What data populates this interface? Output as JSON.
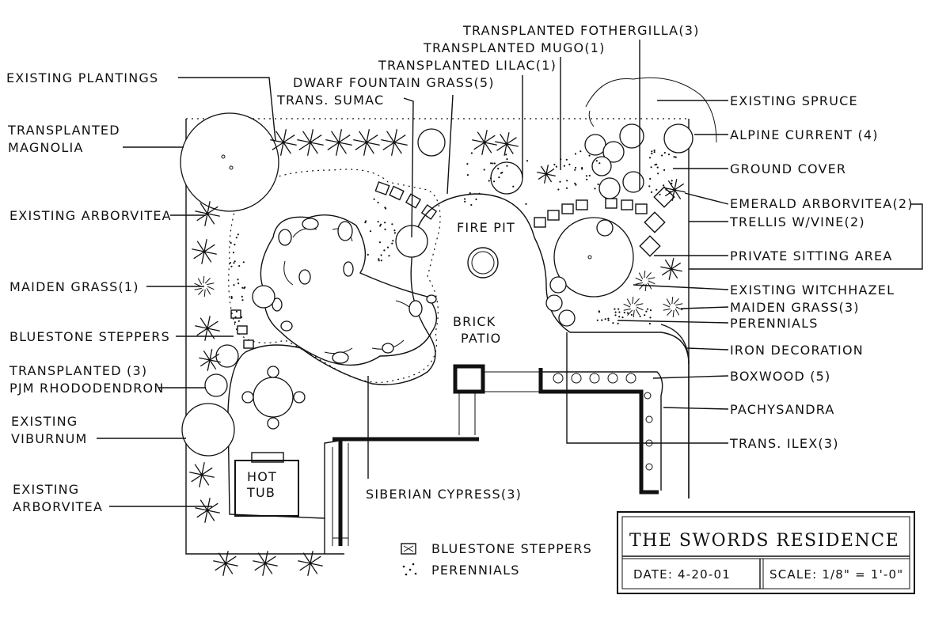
{
  "labels": {
    "existing_plantings": "EXISTING PLANTINGS",
    "transplanted_magnolia_1": "TRANSPLANTED",
    "transplanted_magnolia_2": "MAGNOLIA",
    "existing_arborvitea": "EXISTING ARBORVITEA",
    "maiden_grass_1": "MAIDEN GRASS(1)",
    "bluestone_steppers": "BLUESTONE STEPPERS",
    "transplanted_rhodo_1": "TRANSPLANTED (3)",
    "transplanted_rhodo_2": "PJM RHODODENDRON",
    "existing_viburnum_1": "EXISTING",
    "existing_viburnum_2": "VIBURNUM",
    "existing_arborvitea_b1": "EXISTING",
    "existing_arborvitea_b2": "ARBORVITEA",
    "transplanted_fothergilla": "TRANSPLANTED FOTHERGILLA(3)",
    "transplanted_mugo": "TRANSPLANTED MUGO(1)",
    "transplanted_lilac": "TRANSPLANTED LILAC(1)",
    "dwarf_fountain_grass": "DWARF FOUNTAIN GRASS(5)",
    "trans_sumac": "TRANS. SUMAC",
    "existing_spruce": "EXISTING SPRUCE",
    "alpine_current": "ALPINE CURRENT (4)",
    "ground_cover": "GROUND COVER",
    "emerald_arborvitea": "EMERALD ARBORVITEA(2)",
    "trellis": "TRELLIS W/VINE(2)",
    "private_sitting": "PRIVATE SITTING AREA",
    "existing_witchhazel": "EXISTING WITCHHAZEL",
    "maiden_grass_3": "MAIDEN GRASS(3)",
    "perennials": "PERENNIALS",
    "iron_decoration": "IRON DECORATION",
    "boxwood": "BOXWOOD (5)",
    "pachysandra": "PACHYSANDRA",
    "trans_ilex": "TRANS. ILEX(3)",
    "siberian_cypress": "SIBERIAN CYPRESS(3)",
    "fire_pit": "FIRE PIT",
    "brick_patio_1": "BRICK",
    "brick_patio_2": "PATIO",
    "hot_tub_1": "HOT",
    "hot_tub_2": "TUB"
  },
  "legend": {
    "bluestone_steppers": "BLUESTONE STEPPERS",
    "perennials": "PERENNIALS"
  },
  "title_block": {
    "title": "THE SWORDS RESIDENCE",
    "date": "DATE: 4-20-01",
    "scale": "SCALE: 1/8\" = 1'-0\""
  }
}
